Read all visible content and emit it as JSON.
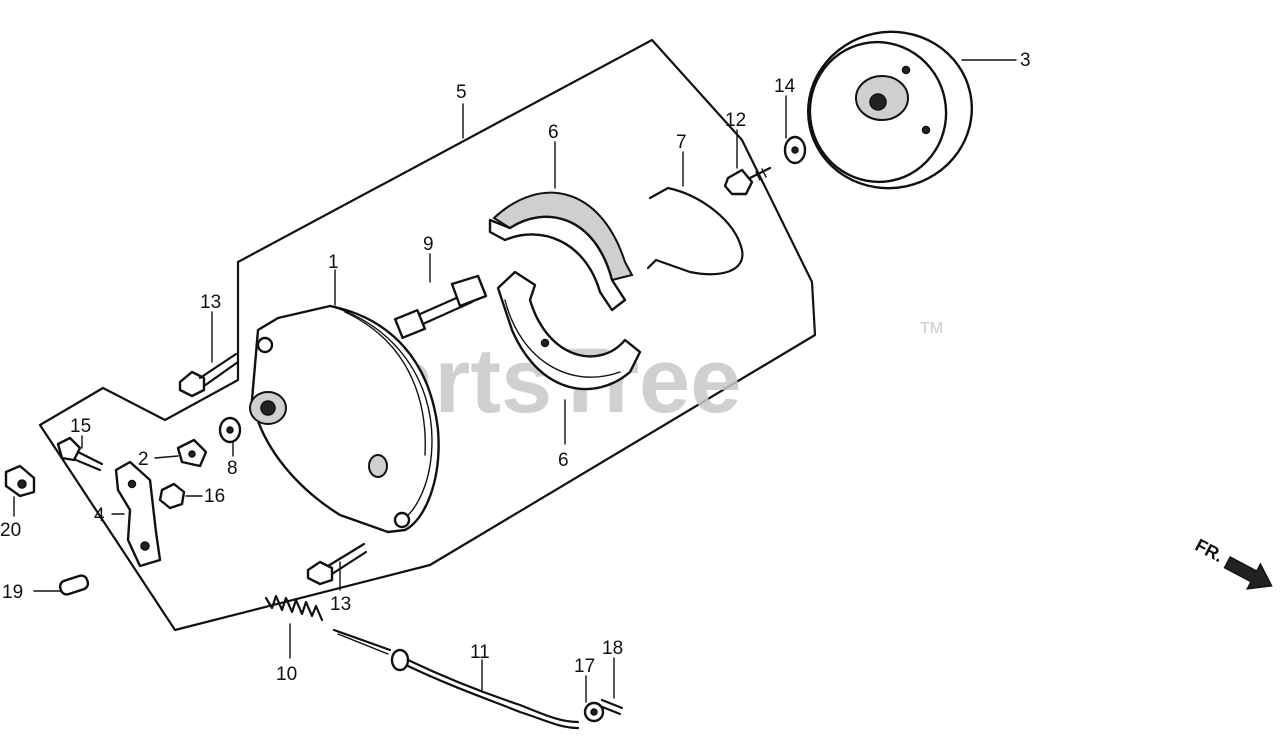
{
  "watermark": {
    "text": "PartsTree",
    "trademark": "TM"
  },
  "front_indicator": "FR.",
  "callouts": [
    {
      "id": "c1",
      "label": "1"
    },
    {
      "id": "c2",
      "label": "2"
    },
    {
      "id": "c3",
      "label": "3"
    },
    {
      "id": "c4",
      "label": "4"
    },
    {
      "id": "c5",
      "label": "5"
    },
    {
      "id": "c6a",
      "label": "6"
    },
    {
      "id": "c6b",
      "label": "6"
    },
    {
      "id": "c7",
      "label": "7"
    },
    {
      "id": "c8",
      "label": "8"
    },
    {
      "id": "c9",
      "label": "9"
    },
    {
      "id": "c10",
      "label": "10"
    },
    {
      "id": "c11",
      "label": "11"
    },
    {
      "id": "c12",
      "label": "12"
    },
    {
      "id": "c13a",
      "label": "13"
    },
    {
      "id": "c13b",
      "label": "13"
    },
    {
      "id": "c14",
      "label": "14"
    },
    {
      "id": "c15",
      "label": "15"
    },
    {
      "id": "c16",
      "label": "16"
    },
    {
      "id": "c17",
      "label": "17"
    },
    {
      "id": "c18",
      "label": "18"
    },
    {
      "id": "c19",
      "label": "19"
    },
    {
      "id": "c20",
      "label": "20"
    }
  ]
}
